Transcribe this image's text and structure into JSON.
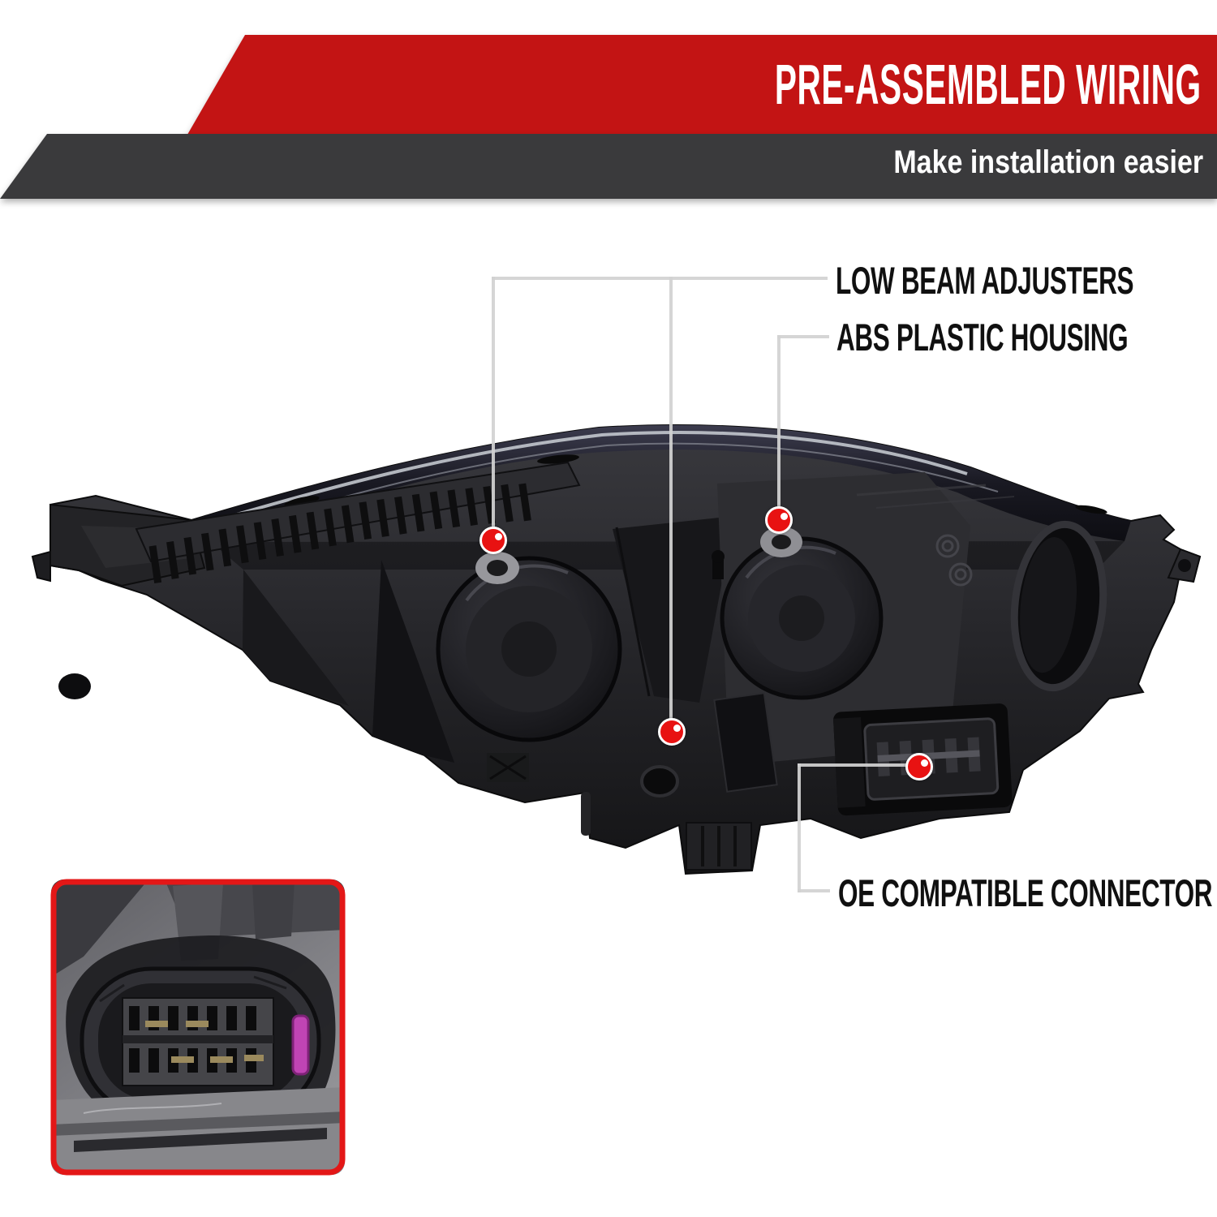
{
  "banner": {
    "title": "PRE-ASSEMBLED WIRING",
    "subtitle": "Make installation easier"
  },
  "callouts": [
    {
      "id": "low-beam-adjusters",
      "label": "LOW BEAM ADJUSTERS"
    },
    {
      "id": "abs-plastic-housing",
      "label": "ABS PLASTIC HOUSING"
    },
    {
      "id": "oe-compatible-connector",
      "label": "OE COMPATIBLE CONNECTOR"
    }
  ],
  "markers": {
    "count": 4,
    "style": "red-dot-with-white-ring"
  },
  "inset": {
    "description": "close-up photo of OE compatible wiring connector",
    "border": "red-rounded"
  },
  "colors": {
    "banner_red": "#c31414",
    "banner_dark": "#3a3a3c",
    "callout_line": "#d2d2d2",
    "marker_red": "#e81212",
    "inset_border_red": "#e31717",
    "label_text": "#101010",
    "banner_text": "#ffffff"
  }
}
